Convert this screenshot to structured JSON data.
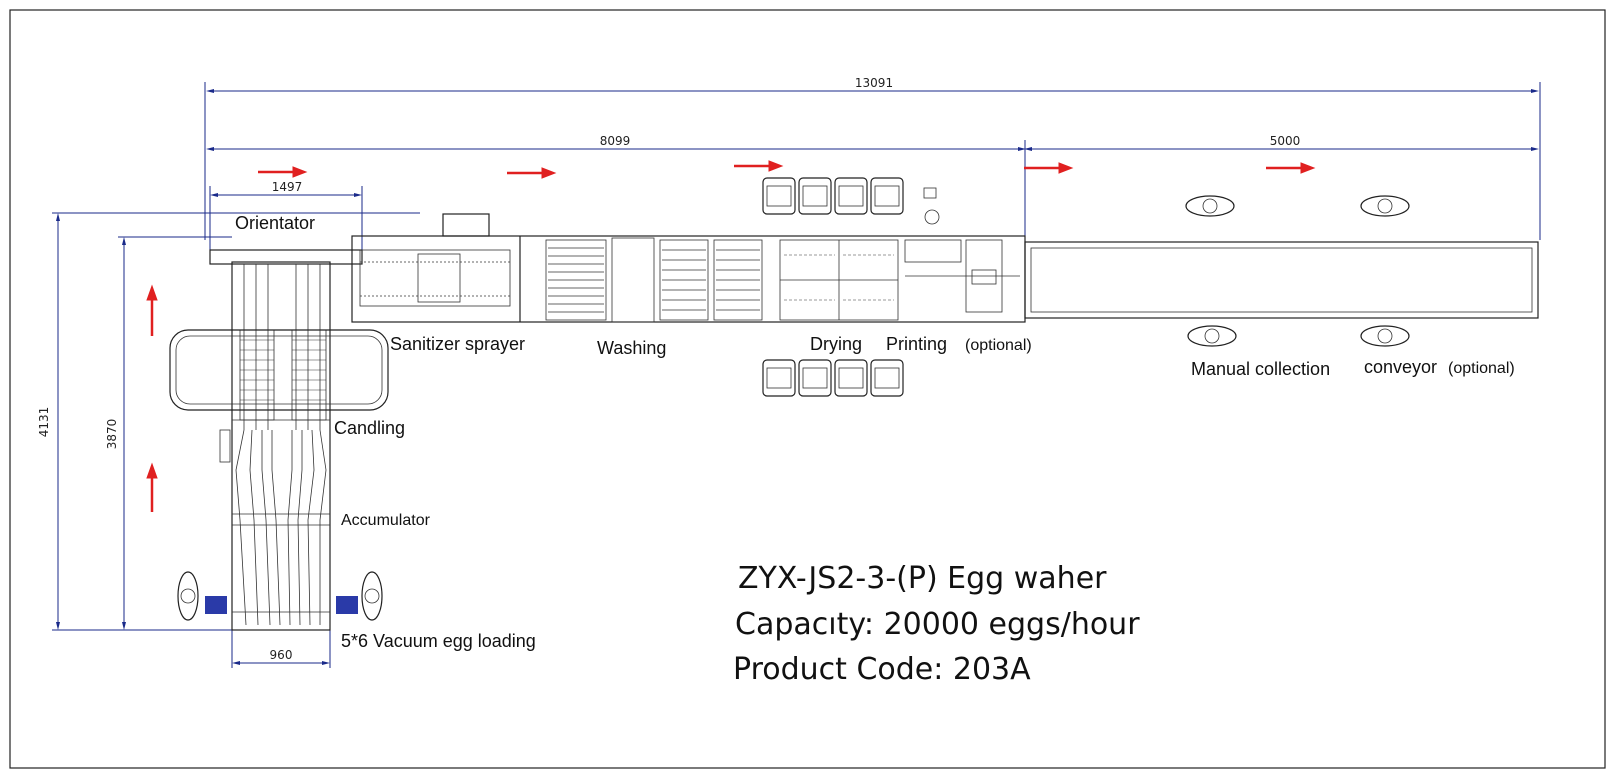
{
  "dimensions": {
    "total_length": "13091",
    "main_length": "8099",
    "conveyor_length": "5000",
    "orientator_width": "1497",
    "height_total": "4131",
    "height_inner": "3870",
    "loader_width": "960"
  },
  "labels": {
    "orientator": "Orientator",
    "sanitizer": "Sanitizer sprayer",
    "washing": "Washing",
    "drying": "Drying",
    "printing": "Printing",
    "printing_optional": "(optional)",
    "candling": "Candling",
    "accumulator": "Accumulator",
    "vacuum_loading": "5*6 Vacuum egg loading",
    "manual_collection": "Manual collection",
    "conveyor": "conveyor",
    "conveyor_optional": "(optional)"
  },
  "title_block": {
    "model": "ZYX-JS2-3-(P) Egg waher",
    "capacity": "Capacıty: 20000 eggs/hour",
    "product_code": "Product Code: 203A"
  },
  "colors": {
    "flow_arrow": "#e02020",
    "dimension_line": "#1a2a8a",
    "outline": "#222222"
  }
}
